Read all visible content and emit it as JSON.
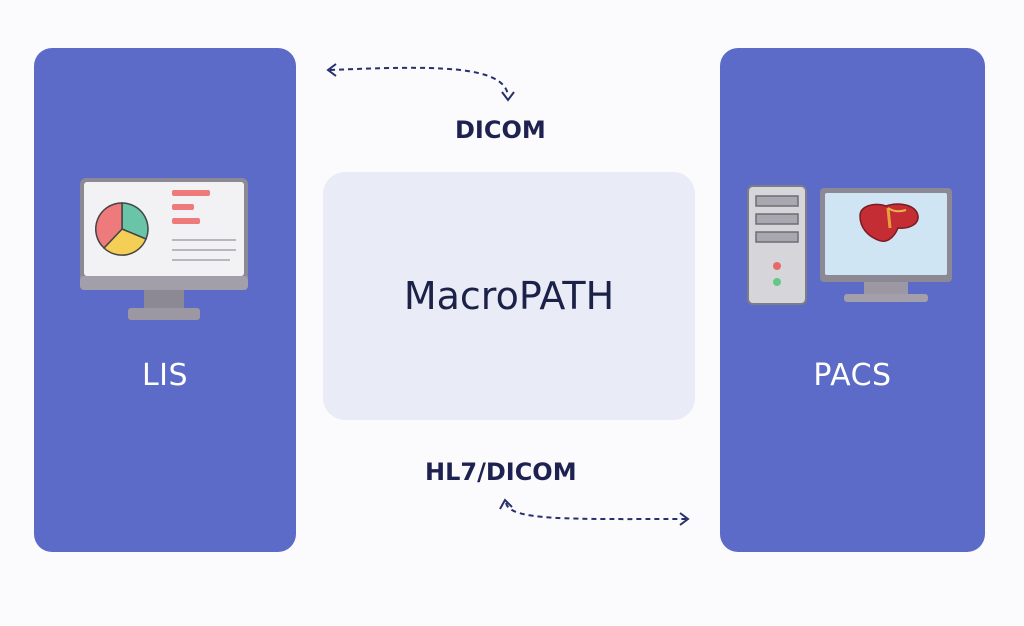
{
  "left_system": {
    "label": "LIS"
  },
  "right_system": {
    "label": "PACS"
  },
  "center_system": {
    "label": "MacroPATH"
  },
  "connections": {
    "top": {
      "label": "DICOM"
    },
    "bottom": {
      "label": "HL7/DICOM"
    }
  },
  "icons": {
    "left": "monitor-with-pie-chart-icon",
    "right": "desktop-computer-with-liver-icon"
  },
  "colors": {
    "panel": "#5b6bc7",
    "center_box": "#e9ebf6",
    "text_dark": "#1e2250",
    "arrow": "#27306b"
  }
}
